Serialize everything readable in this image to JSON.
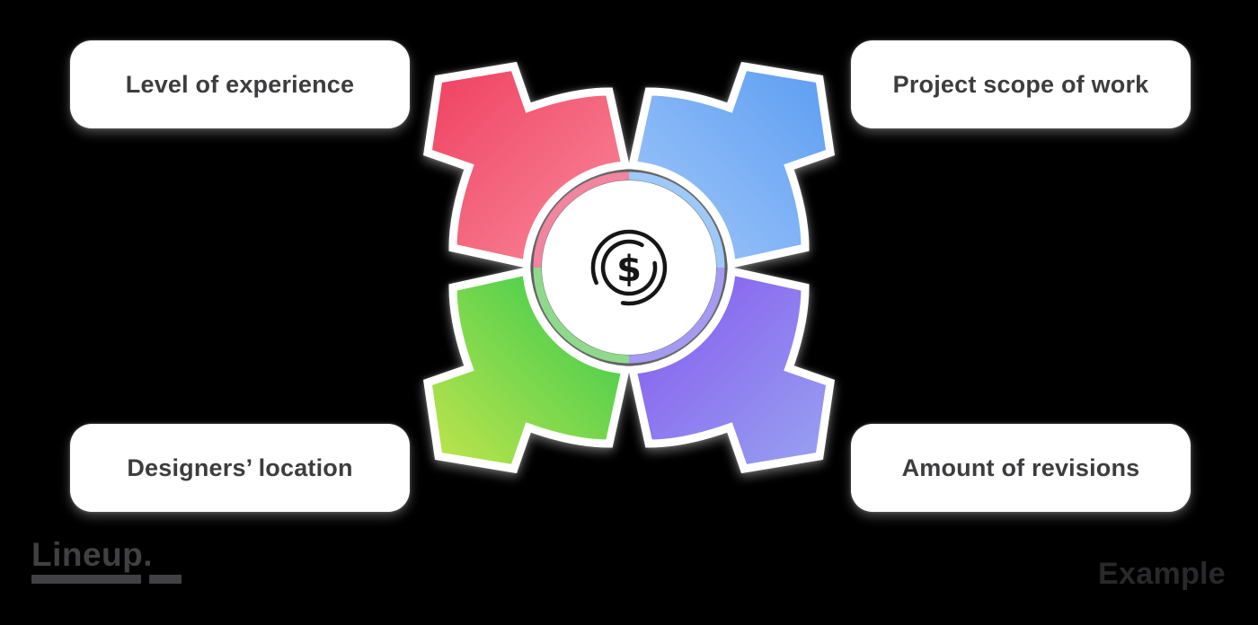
{
  "factors": {
    "top_left": {
      "label": "Level of experience"
    },
    "top_right": {
      "label": "Project scope of work"
    },
    "bottom_left": {
      "label": "Designers’ location"
    },
    "bottom_right": {
      "label": "Amount of revisions"
    }
  },
  "center": {
    "icon": "dollar-coin-icon",
    "dollar_symbol": "$"
  },
  "branding": {
    "logo_text": "Lineup.",
    "watermark_text": "Example"
  },
  "colors": {
    "background": "#000000",
    "card_bg": "#ffffff",
    "label_text": "#3d3d3f",
    "arrow_red_from": "#ef4060",
    "arrow_red_to": "#f98b9c",
    "arrow_blue_from": "#5c9df2",
    "arrow_blue_to": "#a3c8f9",
    "arrow_green_from": "#c3e54c",
    "arrow_green_to": "#2fc94e",
    "arrow_purple_from": "#98a3f1",
    "arrow_purple_to": "#8556ee",
    "logo_text_color": "#414042",
    "watermark_color": "#29292b"
  }
}
